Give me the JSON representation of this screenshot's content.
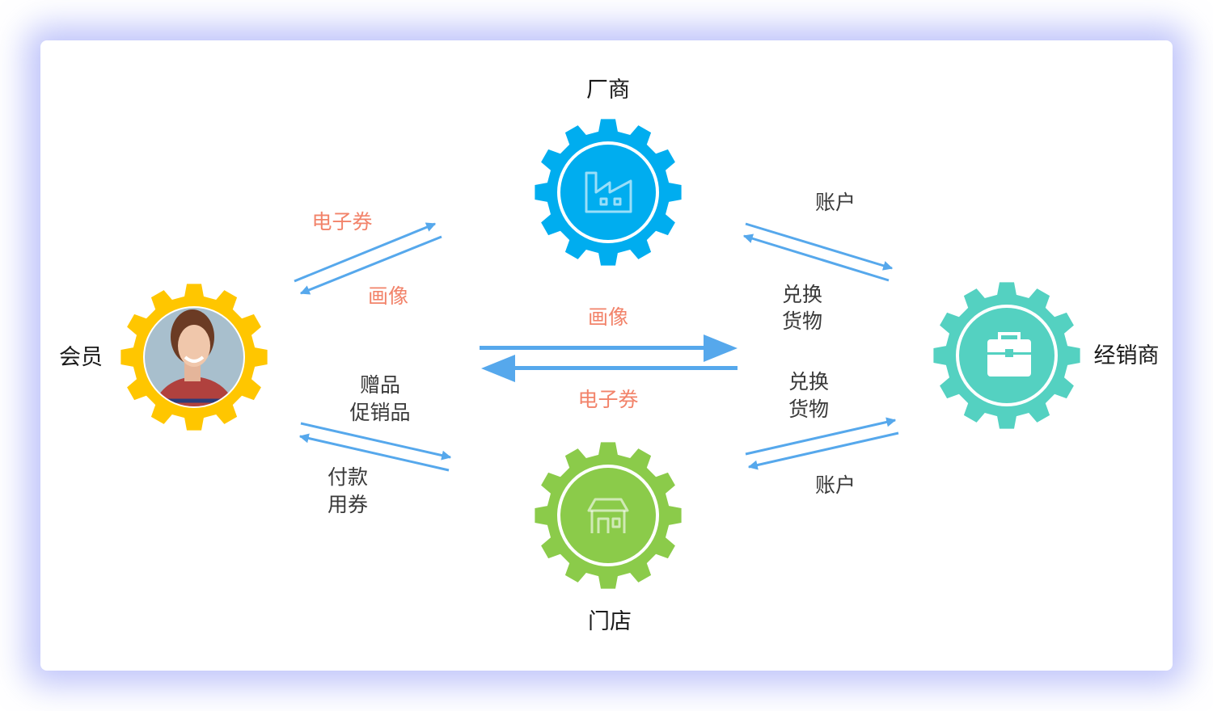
{
  "colors": {
    "factory": "#00adef",
    "member": "#ffc600",
    "dealer": "#54d1c1",
    "store": "#8bcb4a",
    "arrow": "#56a8ec",
    "highlight_text": "#f2836a",
    "text": "#3a3a3a"
  },
  "nodes": {
    "factory": {
      "label": "厂商",
      "icon": "factory-icon"
    },
    "member": {
      "label": "会员",
      "icon": "member-avatar"
    },
    "dealer": {
      "label": "经销商",
      "icon": "briefcase-icon"
    },
    "store": {
      "label": "门店",
      "icon": "store-icon"
    }
  },
  "flows": {
    "member_factory": {
      "to_factory": "电子券",
      "to_member": "画像"
    },
    "factory_dealer": {
      "to_factory": "账户",
      "to_dealer": [
        "兑换",
        "货物"
      ]
    },
    "member_store": {
      "to_member": [
        "赠品",
        "促销品"
      ],
      "to_store": [
        "付款",
        "用券"
      ]
    },
    "store_dealer": {
      "to_dealer": [
        "兑换",
        "货物"
      ],
      "to_store": "账户"
    },
    "member_dealer": {
      "to_dealer": "画像",
      "to_member": "电子券"
    }
  }
}
